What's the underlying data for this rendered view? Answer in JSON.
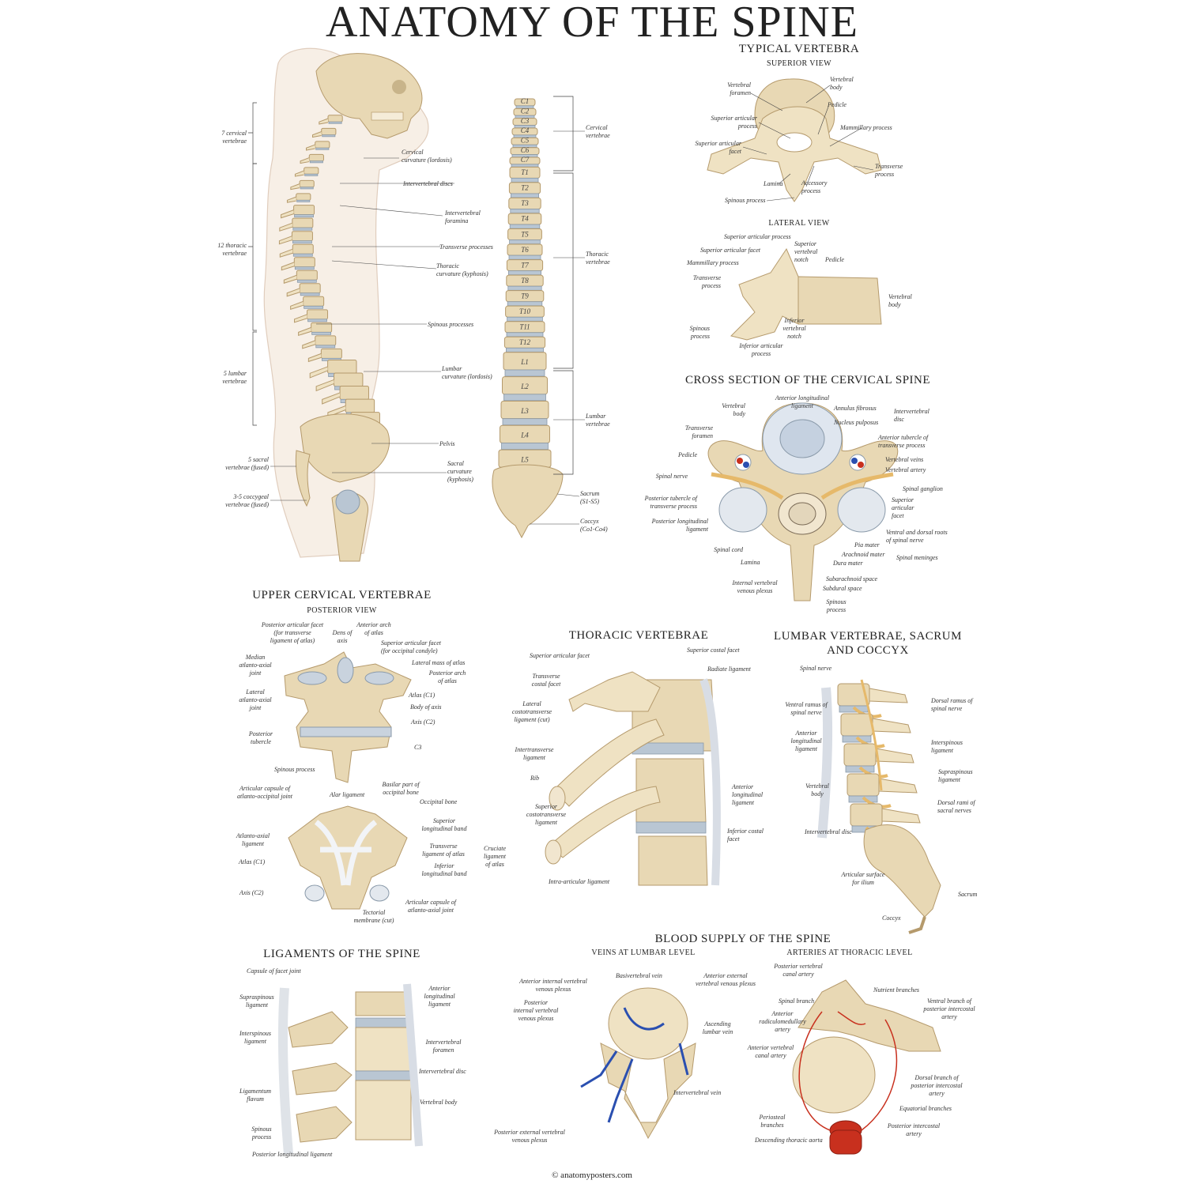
{
  "title": "ANATOMY OF THE SPINE",
  "lateral": {
    "labels_left": [
      "7 cervical\nvertebrae",
      "12 thoracic\nvertebrae",
      "5 lumbar\nvertebrae",
      "5 sacral\nvertebrae (fused)",
      "3-5 coccygeal\nvertebrae (fused)"
    ],
    "labels_right": [
      "Cervical\ncurvature (lordosis)",
      "Intervertebral discs",
      "Intervertebral\nforamina",
      "Transverse processes",
      "Thoracic\ncurvature (kyphosis)",
      "Spinous processes",
      "Lumbar\ncurvature (lordosis)",
      "Pelvis",
      "Sacral\ncurvature\n(kyphosis)"
    ]
  },
  "anterior": {
    "vertebrae": [
      "C1",
      "C2",
      "C3",
      "C4",
      "C5",
      "C6",
      "C7",
      "T1",
      "T2",
      "T3",
      "T4",
      "T5",
      "T6",
      "T7",
      "T8",
      "T9",
      "T10",
      "T11",
      "T12",
      "L1",
      "L2",
      "L3",
      "L4",
      "L5"
    ],
    "labels": [
      "Cervical\nvertebrae",
      "Thoracic\nvertebrae",
      "Lumbar\nvertebrae",
      "Sacrum\n(S1-S5)",
      "Coccyx\n(Co1-Co4)"
    ]
  },
  "typical": {
    "title": "TYPICAL VERTEBRA",
    "superior_view": "SUPERIOR VIEW",
    "superior_labels": [
      "Vertebral\nforamen",
      "Vertebral\nbody",
      "Pedicle",
      "Superior articular\nprocess",
      "Mammillary process",
      "Superior articular\nfacet",
      "Transverse\nprocess",
      "Lamina",
      "Accessory\nprocess",
      "Spinous process"
    ],
    "lateral_view": "LATERAL VIEW",
    "lateral_labels": [
      "Superior articular process",
      "Superior articular facet",
      "Superior\nvertebral\nnotch",
      "Mammillary process",
      "Pedicle",
      "Transverse\nprocess",
      "Vertebral\nbody",
      "Spinous\nprocess",
      "Inferior\nvertebral\nnotch",
      "Inferior articular\nprocess"
    ]
  },
  "cross": {
    "title": "CROSS SECTION OF THE CERVICAL SPINE",
    "labels_left": [
      "Vertebral\nbody",
      "Transverse\nforamen",
      "Pedicle",
      "Spinal nerve",
      "Posterior tubercle of\ntransverse process",
      "Posterior longitudinal\nligament",
      "Spinal cord",
      "Lamina",
      "Internal vertebral\nvenous plexus"
    ],
    "labels_top": [
      "Anterior longitudinal\nligament"
    ],
    "labels_right": [
      "Annulus fibrosus",
      "Nucleus pulposus",
      "Intervertebral\ndisc",
      "Anterior tubercle of\ntransverse process",
      "Vertebral veins",
      "Vertebral artery",
      "Spinal ganglion",
      "Superior\narticular\nfacet",
      "Ventral and dorsal roots\nof spinal nerve",
      "Pia mater",
      "Arachnoid mater",
      "Dura mater",
      "Spinal meninges",
      "Subarachnoid space",
      "Subdural space",
      "Spinous\nprocess"
    ]
  },
  "upper_cervical": {
    "title": "UPPER CERVICAL VERTEBRAE",
    "sub": "POSTERIOR VIEW",
    "labels_a": [
      "Posterior articular facet\n(for transverse\nligament of atlas)",
      "Dens of\naxis",
      "Anterior arch\nof atlas",
      "Superior articular facet\n(for occipital condyle)",
      "Lateral mass of atlas",
      "Median\natlanto-axial\njoint",
      "Posterior arch\nof atlas",
      "Lateral\natlanto-axial\njoint",
      "Atlas (C1)",
      "Body of axis",
      "Posterior\ntubercle",
      "Axis (C2)",
      "C3",
      "Spinous process"
    ],
    "labels_b": [
      "Articular capsule of\natlanto-occipital joint",
      "Alar ligament",
      "Basilar part of\noccipital bone",
      "Occipital bone",
      "Superior\nlongitudinal band",
      "Atlanto-axial\nligament",
      "Transverse\nligament of atlas",
      "Cruciate\nligament\nof atlas",
      "Atlas (C1)",
      "Inferior\nlongitudinal band",
      "Axis (C2)",
      "Articular capsule of\natlanto-axial joint",
      "Tectorial\nmembrane (cut)"
    ]
  },
  "thoracic": {
    "title": "THORACIC VERTEBRAE",
    "labels": [
      "Superior articular facet",
      "Superior costal facet",
      "Radiate ligament",
      "Transverse\ncostal facet",
      "Lateral\ncostotransverse\nligament (cut)",
      "Intertransverse\nligament",
      "Rib",
      "Anterior\nlongitudinal\nligament",
      "Superior\ncostotransverse\nligament",
      "Inferior costal\nfacet",
      "Intra-articular ligament"
    ]
  },
  "lumbar": {
    "title": "LUMBAR VERTEBRAE, SACRUM\nAND COCCYX",
    "labels": [
      "Spinal nerve",
      "Ventral ramus of\nspinal nerve",
      "Dorsal ramus of\nspinal nerve",
      "Anterior\nlongitudinal\nligament",
      "Interspinous\nligament",
      "Supraspinous\nligament",
      "Vertebral\nbody",
      "Dorsal rami of\nsacral nerves",
      "Intervertebral disc",
      "Articular surface\nfor ilium",
      "Sacrum",
      "Coccyx"
    ]
  },
  "ligaments": {
    "title": "LIGAMENTS OF THE SPINE",
    "labels_left": [
      "Capsule of facet joint",
      "Supraspinous\nligament",
      "Interspinous\nligament",
      "Ligamentum\nflavum",
      "Spinous\nprocess",
      "Posterior longitudinal ligament"
    ],
    "labels_right": [
      "Anterior\nlongitudinal\nligament",
      "Intervertebral\nforamen",
      "Intervertebral disc",
      "Vertebral body"
    ]
  },
  "blood": {
    "title": "BLOOD SUPPLY OF THE SPINE",
    "veins_sub": "VEINS AT LUMBAR LEVEL",
    "arteries_sub": "ARTERIES AT THORACIC LEVEL",
    "veins_labels": [
      "Anterior internal vertebral\nvenous plexus",
      "Basivertebral vein",
      "Anterior external\nvertebral venous plexus",
      "Posterior\ninternal vertebral\nvenous plexus",
      "Ascending\nlumbar vein",
      "Intervertebral vein",
      "Posterior external vertebral\nvenous plexus"
    ],
    "arteries_labels": [
      "Posterior vertebral\ncanal artery",
      "Spinal branch",
      "Nutrient branches",
      "Anterior\nradiculomedullary\nartery",
      "Ventral branch of\nposterior intercostal\nartery",
      "Anterior vertebral\ncanal artery",
      "Dorsal branch of\nposterior intercostal\nartery",
      "Equatorial branches",
      "Periosteal\nbranches",
      "Posterior intercostal\nartery",
      "Descending thoracic aorta"
    ]
  },
  "footer": "© anatomyposters.com",
  "colors": {
    "bone": "#e8d8b4",
    "disc": "#b9c6d3",
    "vein": "#2a4fb0",
    "artery": "#c8301e"
  }
}
